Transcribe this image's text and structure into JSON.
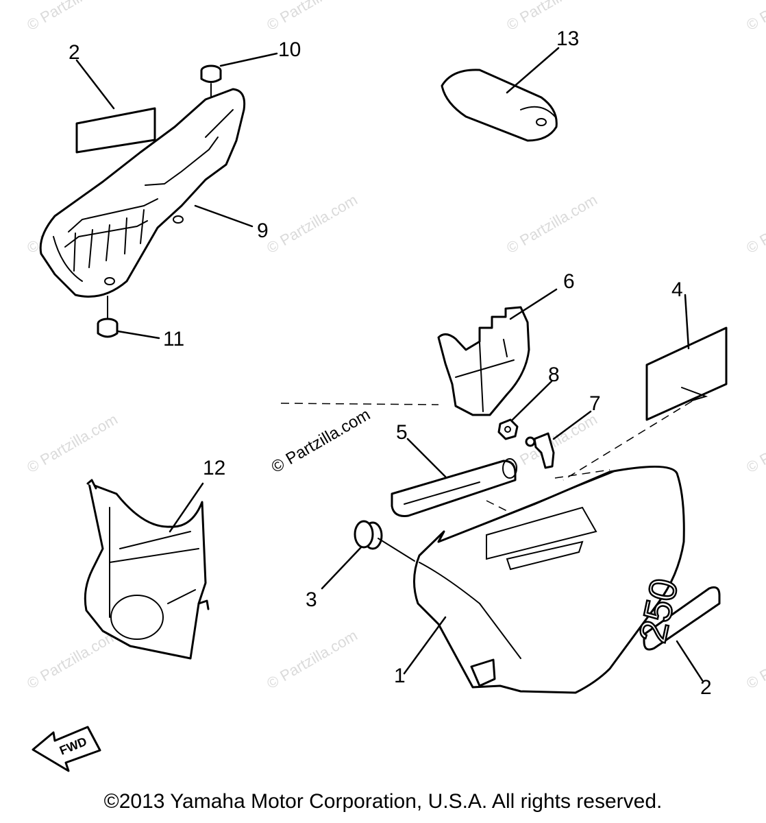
{
  "callouts": {
    "c1": "1",
    "c2_top": "2",
    "c2_bottom": "2",
    "c3": "3",
    "c4": "4",
    "c5": "5",
    "c6": "6",
    "c7": "7",
    "c8": "8",
    "c9": "9",
    "c10": "10",
    "c11": "11",
    "c12": "12",
    "c13": "13"
  },
  "emblem_text": "250",
  "fwd_label": "FWD",
  "watermark_main": "© Partzilla.com",
  "watermark_faint": "© Partzilla.com",
  "copyright": "©2013 Yamaha Motor Corporation, U.S.A. All rights reserved."
}
